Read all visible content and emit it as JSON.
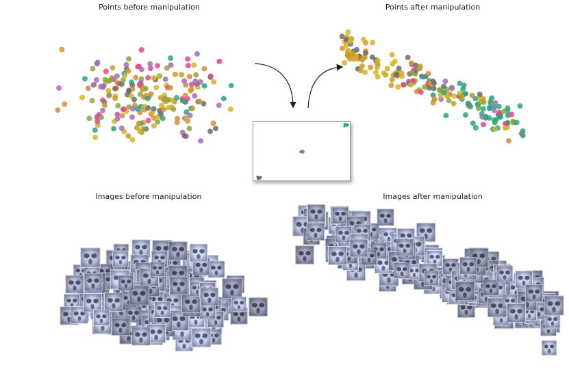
{
  "titles": {
    "points_before": "Points before manipulation",
    "points_after": "Points after manipulation",
    "images_before": "Images before manipulation",
    "images_after": "Images after manipulation"
  },
  "colors": {
    "palette": [
      "#e0458e",
      "#a46cb7",
      "#6b6b6b",
      "#2ba37f",
      "#cc9a27",
      "#d58b3e",
      "#8aa83a",
      "#d2b425"
    ],
    "arrow": "#1a1a1a",
    "inset_border": "#9a9a9a",
    "face_tint": "#8c93b0"
  }
}
